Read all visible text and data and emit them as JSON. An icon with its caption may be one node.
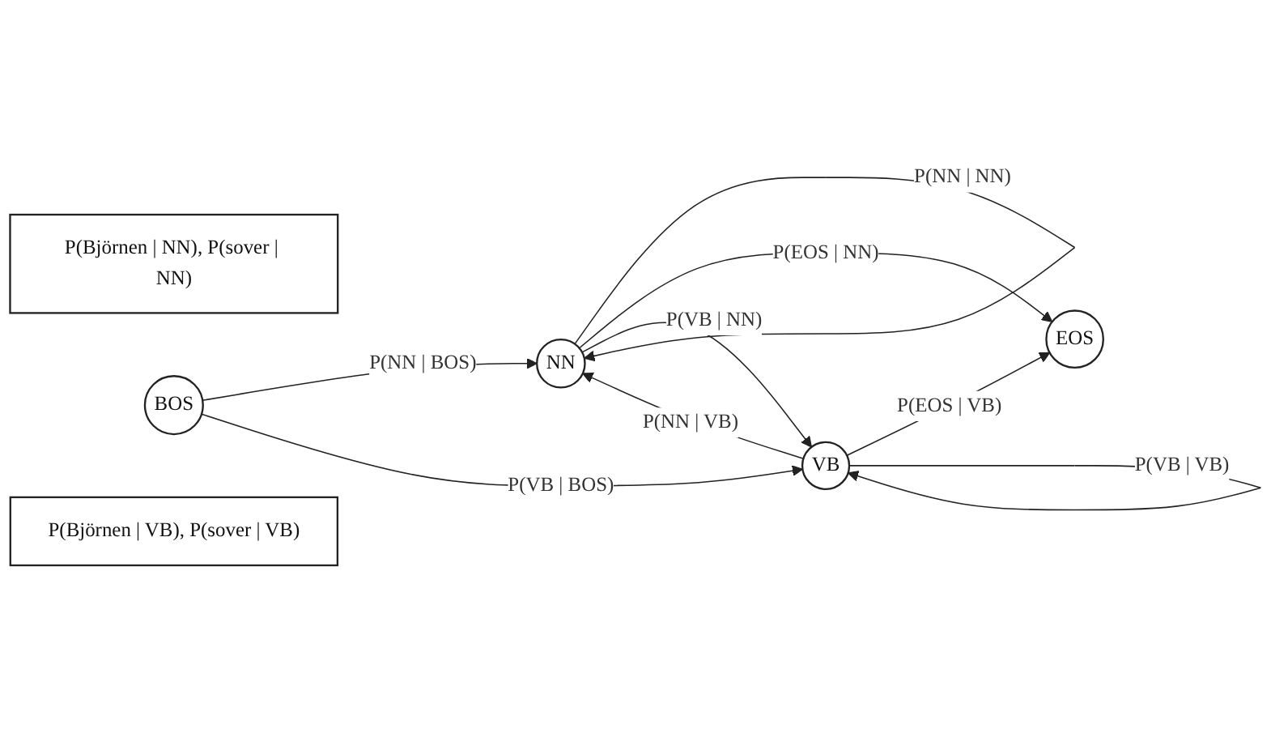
{
  "diagram": {
    "nodes": [
      {
        "text": [
          "NN"
        ]
      },
      {
        "text": [
          "P(Björnen | NN), P(sover | NN)"
        ]
      },
      {
        "text": [
          "BOS"
        ]
      },
      {
        "text": [
          "EOS"
        ]
      },
      {
        "text": [
          "VB"
        ]
      },
      {
        "text": [
          "P(Björnen | VB), P(sover | VB)"
        ]
      }
    ],
    "edges": [
      {
        "from": 0,
        "to": 0,
        "arrow": "to",
        "label": "P(NN | NN)"
      },
      {
        "from": 2,
        "to": 0,
        "arrow": "to",
        "label": "P(NN | BOS)"
      },
      {
        "from": 0,
        "to": 3,
        "arrow": "to",
        "label": "P(EOS | NN)"
      },
      {
        "from": 0,
        "to": 4,
        "arrow": "to",
        "label": "P(VB | NN)"
      },
      {
        "from": 4,
        "to": 0,
        "arrow": "to",
        "label": "P(NN | VB)"
      },
      {
        "from": 2,
        "to": 4,
        "arrow": "to",
        "label": "P(VB | BOS)"
      },
      {
        "from": 4,
        "to": 3,
        "arrow": "to",
        "label": "P(EOS | VB)"
      },
      {
        "from": 4,
        "to": 4,
        "arrow": "to",
        "label": "P(VB | VB)"
      }
    ]
  }
}
